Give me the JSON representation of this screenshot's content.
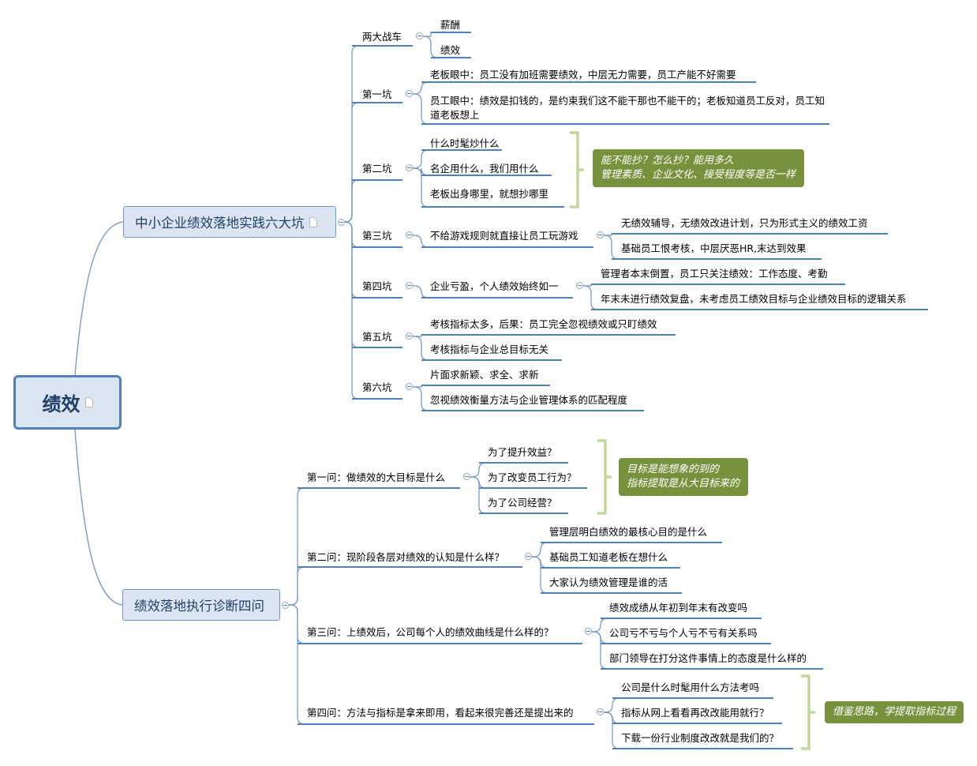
{
  "root": {
    "label": "绩效"
  },
  "branches": [
    {
      "label": "中小企业绩效落地实践六大坑",
      "children": [
        {
          "label": "两大战车",
          "children": [
            {
              "label": "薪酬"
            },
            {
              "label": "绩效"
            }
          ]
        },
        {
          "label": "第一坑",
          "children": [
            {
              "label": "老板眼中：员工没有加班需要绩效，中层无力需要，员工产能不好需要"
            },
            {
              "label": "员工眼中：绩效是扣钱的，是约束我们这不能干那也不能干的；老板知道员工反对，员工知道老板想上"
            }
          ]
        },
        {
          "label": "第二坑",
          "children": [
            {
              "label": "什么时髦炒什么"
            },
            {
              "label": "名企用什么，我们用什么"
            },
            {
              "label": "老板出身哪里，就想抄哪里"
            }
          ],
          "callout": [
            "能不能抄？怎么抄？能用多久",
            "管理素质、企业文化、接受程度等是否一样"
          ]
        },
        {
          "label": "第三坑",
          "children": [
            {
              "label": "不给游戏规则就直接让员工玩游戏",
              "children": [
                {
                  "label": "无绩效辅导，无绩效改进计划，只为形式主义的绩效工资"
                },
                {
                  "label": "基础员工恨考核，中层厌恶HR,末达到效果"
                }
              ]
            }
          ]
        },
        {
          "label": "第四坑",
          "children": [
            {
              "label": "企业亏盈，个人绩效始终如一",
              "children": [
                {
                  "label": "管理者本末倒置，员工只关注绩效：工作态度、考勤"
                },
                {
                  "label": "年末未进行绩效复盘，未考虑员工绩效目标与企业绩效目标的逻辑关系"
                }
              ]
            }
          ]
        },
        {
          "label": "第五坑",
          "children": [
            {
              "label": "考核指标太多，后果：员工完全忽视绩效或只盯绩效"
            },
            {
              "label": "考核指标与企业总目标无关"
            }
          ]
        },
        {
          "label": "第六坑",
          "children": [
            {
              "label": "片面求新颖、求全、求新"
            },
            {
              "label": "忽视绩效衡量方法与企业管理体系的匹配程度"
            }
          ]
        }
      ]
    },
    {
      "label": "绩效落地执行诊断四问",
      "children": [
        {
          "label": "第一问：做绩效的大目标是什么",
          "children": [
            {
              "label": "为了提升效益？"
            },
            {
              "label": "为了改变员工行为？"
            },
            {
              "label": "为了公司经营？"
            }
          ],
          "callout": [
            "目标是能想象的到的",
            "指标提取是从大目标来的"
          ]
        },
        {
          "label": "第二问：现阶段各层对绩效的认知是什么样？",
          "children": [
            {
              "label": "管理层明白绩效的最核心目的是什么"
            },
            {
              "label": "基础员工知道老板在想什么"
            },
            {
              "label": "大家认为绩效管理是谁的活"
            }
          ]
        },
        {
          "label": "第三问：上绩效后，公司每个人的绩效曲线是什么样的？",
          "children": [
            {
              "label": "绩效成绩从年初到年末有改变吗"
            },
            {
              "label": "公司亏不亏与个人亏不亏有关系吗"
            },
            {
              "label": "部门领导在打分这件事情上的态度是什么样的"
            }
          ]
        },
        {
          "label": "第四问：方法与指标是拿来即用，看起来很完善还是提出来的",
          "children": [
            {
              "label": "公司是什么时髦用什么方法考吗"
            },
            {
              "label": "指标从网上看看再改改能用就行？"
            },
            {
              "label": "下载一份行业制度改改就是我们的？"
            }
          ],
          "callout": [
            "借鉴思路，学提取指标过程"
          ]
        }
      ]
    }
  ],
  "colors": {
    "connector": "#6f96c8",
    "underline": "#4f81bd",
    "bracket": "#c3d69b",
    "callout": "#76923c"
  }
}
